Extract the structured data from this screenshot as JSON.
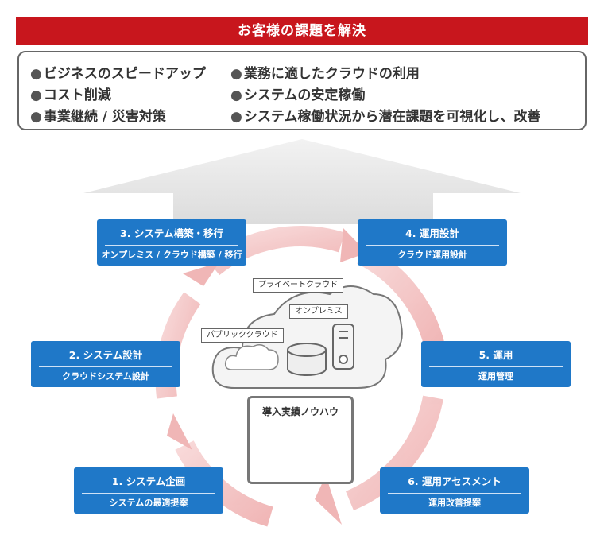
{
  "banner": {
    "title": "お客様の課題を解決"
  },
  "goals": {
    "left": [
      "ビジネスのスピードアップ",
      "コスト削減",
      "事業継続 / 災害対策"
    ],
    "right": [
      "業務に適したクラウドの利用",
      "システムの安定稼働",
      "システム稼働状況から潜在課題を可視化し、改善"
    ]
  },
  "steps": [
    {
      "title": "1. システム企画",
      "subtitle": "システムの最適提案"
    },
    {
      "title": "2. システム設計",
      "subtitle": "クラウドシステム設計"
    },
    {
      "title": "3. システム構築・移行",
      "subtitle": "オンプレミス / クラウド構築 / 移行"
    },
    {
      "title": "4. 運用設計",
      "subtitle": "クラウド運用設計"
    },
    {
      "title": "5. 運用",
      "subtitle": "運用管理"
    },
    {
      "title": "6. 運用アセスメント",
      "subtitle": "運用改善提案"
    }
  ],
  "cloud_labels": {
    "private": "プライベートクラウド",
    "onprem": "オンプレミス",
    "public": "パブリッククラウド"
  },
  "knowhow": {
    "label": "導入実績ノウハウ"
  },
  "colors": {
    "banner": "#c8161d",
    "step": "#1f78c8",
    "cycle": "#f3c4c4",
    "arrow_up": "#e6e6e6"
  }
}
